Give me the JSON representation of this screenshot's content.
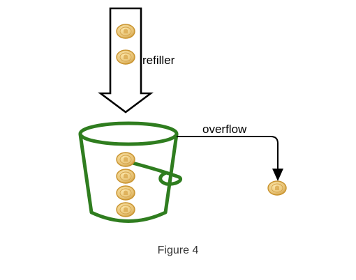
{
  "labels": {
    "refiller": "refiller",
    "overflow": "overflow",
    "caption": "Figure 4"
  },
  "colors": {
    "bucket_stroke": "#2f7d1f",
    "coin_fill": "#e8c477",
    "coin_stroke": "#c9932e",
    "line": "#000000"
  },
  "counts": {
    "coins_in_refiller": 2,
    "coins_in_bucket": 4,
    "coins_overflowed": 1
  }
}
